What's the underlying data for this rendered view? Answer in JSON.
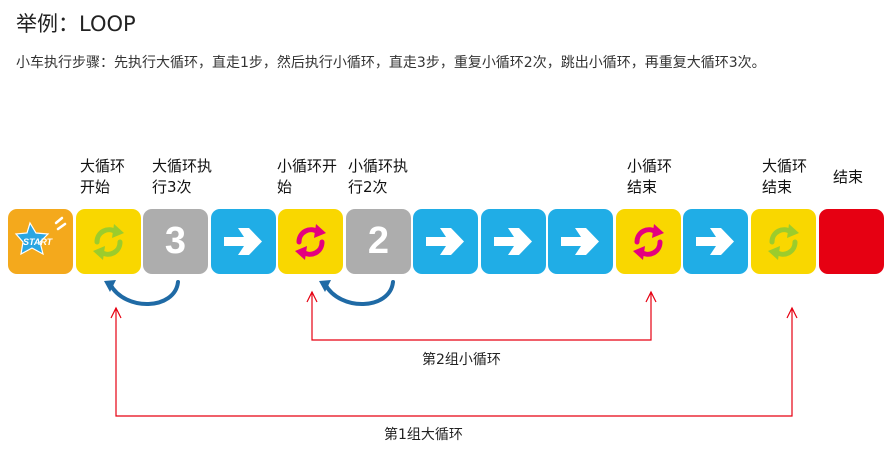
{
  "header": {
    "title": "举例：LOOP",
    "description": "小车执行步骤：先执行大循环，直走1步，然后执行小循环，直走3步，重复小循环2次，跳出小循环，再重复大循环3次。"
  },
  "labels": {
    "big_loop_start": "大循环\n开始",
    "big_loop_count": "大循环执\n行3次",
    "small_loop_start": "小循环开\n始",
    "small_loop_count": "小循环执\n行2次",
    "small_loop_end": "小循环\n结束",
    "big_loop_end": "大循环\n结束",
    "end": "结束"
  },
  "blocks": {
    "start_text": "START",
    "big_loop_repeat": "3",
    "small_loop_repeat": "2"
  },
  "groups": {
    "small": "第2组小循环",
    "big": "第1组大循环"
  },
  "colors": {
    "start": "#f4a91c",
    "loop_block": "#f9d700",
    "count_block": "#adadad",
    "move_block": "#20ade6",
    "end_block": "#e60012",
    "big_loop_arrows": "#9ccc2c",
    "small_loop_arrows": "#e4007f",
    "curved_arrow": "#1f6aa5",
    "bracket_line": "#e60012"
  }
}
